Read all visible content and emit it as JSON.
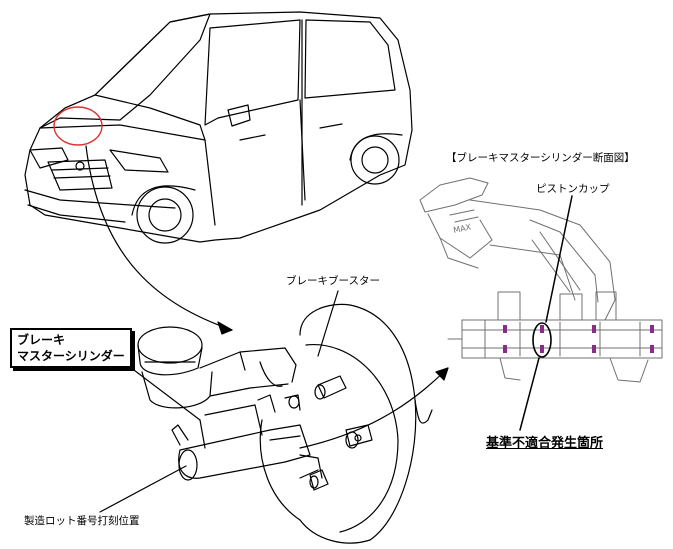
{
  "labels": {
    "section_title": "【ブレーキマスターシリンダー断面図】",
    "piston_cup": "ピストンカップ",
    "brake_booster": "ブレーキブースター",
    "master_cylinder_line1": "ブレーキ",
    "master_cylinder_line2": "マスターシリンダー",
    "defect_location": "基準不適合発生箇所",
    "lot_number_position": "製造ロット番号打刻位置",
    "cap_text": "MAX"
  },
  "colors": {
    "highlight_circle": "#e03030",
    "seal": "#8a2a8a",
    "line": "#000000"
  }
}
